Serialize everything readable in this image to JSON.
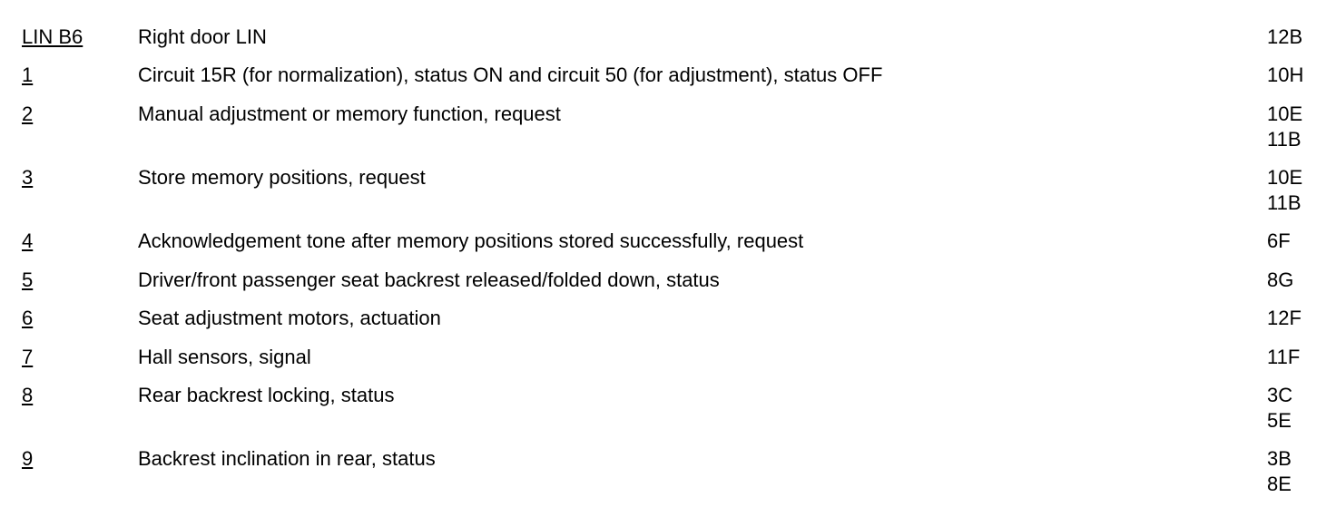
{
  "rows": [
    {
      "code": "LIN B6",
      "description": "Right door LIN",
      "refs": [
        "12B"
      ]
    },
    {
      "code": "1",
      "description": "Circuit 15R (for normalization), status ON and circuit 50 (for adjustment), status OFF",
      "refs": [
        "10H"
      ]
    },
    {
      "code": "2",
      "description": "Manual adjustment or memory function, request",
      "refs": [
        "10E",
        "11B"
      ]
    },
    {
      "code": "3",
      "description": "Store memory positions, request",
      "refs": [
        "10E",
        "11B"
      ]
    },
    {
      "code": "4",
      "description": "Acknowledgement tone after memory positions stored successfully, request",
      "refs": [
        "6F"
      ]
    },
    {
      "code": "5",
      "description": "Driver/front passenger seat backrest released/folded down, status",
      "refs": [
        "8G"
      ]
    },
    {
      "code": "6",
      "description": "Seat adjustment motors, actuation",
      "refs": [
        "12F"
      ]
    },
    {
      "code": "7",
      "description": "Hall sensors, signal",
      "refs": [
        "11F"
      ]
    },
    {
      "code": "8",
      "description": "Rear backrest locking, status",
      "refs": [
        "3C",
        "5E"
      ]
    },
    {
      "code": "9",
      "description": "Backrest inclination in rear, status",
      "refs": [
        "3B",
        "8E"
      ]
    }
  ]
}
